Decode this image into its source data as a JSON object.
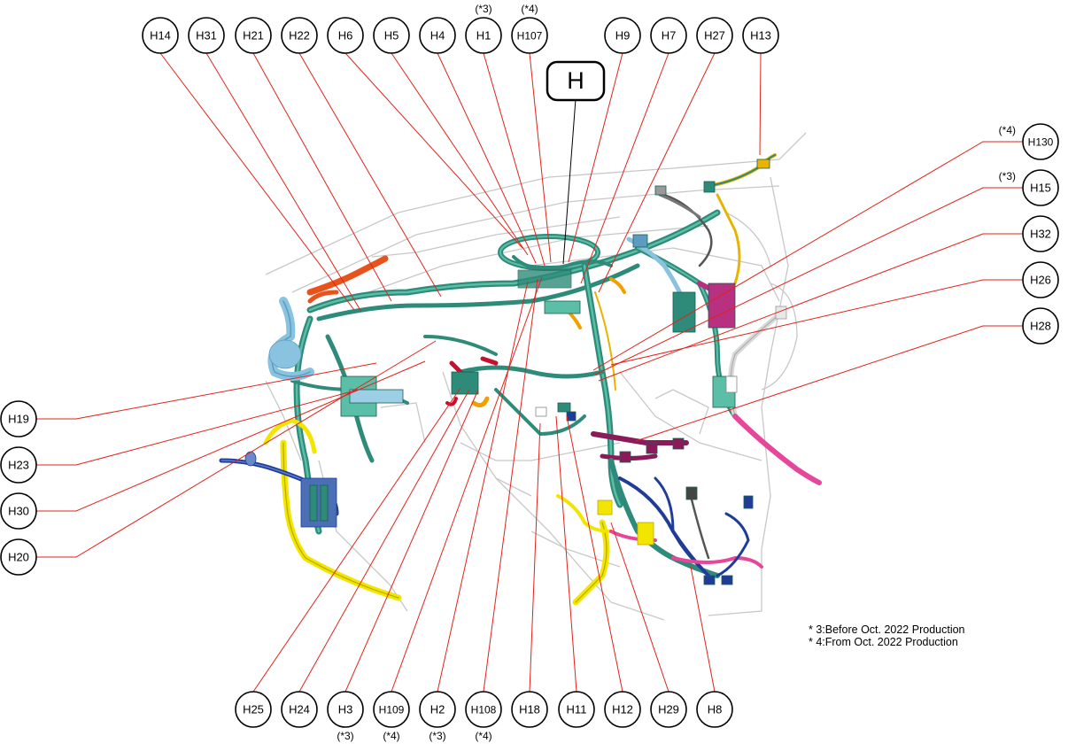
{
  "title_box": "H",
  "connectors": [
    {
      "id": "H14",
      "sub": ""
    },
    {
      "id": "H31",
      "sub": ""
    },
    {
      "id": "H21",
      "sub": ""
    },
    {
      "id": "H22",
      "sub": ""
    },
    {
      "id": "H6",
      "sub": ""
    },
    {
      "id": "H5",
      "sub": ""
    },
    {
      "id": "H4",
      "sub": ""
    },
    {
      "id": "H1",
      "sub": "(*3)"
    },
    {
      "id": "H107",
      "sub": "(*4)"
    },
    {
      "id": "H9",
      "sub": ""
    },
    {
      "id": "H7",
      "sub": ""
    },
    {
      "id": "H27",
      "sub": ""
    },
    {
      "id": "H13",
      "sub": ""
    },
    {
      "id": "H130",
      "sub": "(*4)"
    },
    {
      "id": "H15",
      "sub": "(*3)"
    },
    {
      "id": "H32",
      "sub": ""
    },
    {
      "id": "H26",
      "sub": ""
    },
    {
      "id": "H28",
      "sub": ""
    },
    {
      "id": "H19",
      "sub": ""
    },
    {
      "id": "H23",
      "sub": ""
    },
    {
      "id": "H30",
      "sub": ""
    },
    {
      "id": "H20",
      "sub": ""
    },
    {
      "id": "H25",
      "sub": ""
    },
    {
      "id": "H24",
      "sub": ""
    },
    {
      "id": "H3",
      "sub": "(*3)"
    },
    {
      "id": "H109",
      "sub": "(*4)"
    },
    {
      "id": "H2",
      "sub": "(*3)"
    },
    {
      "id": "H108",
      "sub": "(*4)"
    },
    {
      "id": "H18",
      "sub": ""
    },
    {
      "id": "H11",
      "sub": ""
    },
    {
      "id": "H12",
      "sub": ""
    },
    {
      "id": "H29",
      "sub": ""
    },
    {
      "id": "H8",
      "sub": ""
    }
  ],
  "notes": [
    "* 3:Before Oct. 2022 Production",
    "* 4:From Oct. 2022 Production"
  ],
  "colors": {
    "leader": "#e0231b",
    "harness_main": "#2e8b79",
    "harness_light": "#5bbfa8",
    "outline": "#c8c8c8",
    "yellow": "#f2e600",
    "blue": "#1f3c99",
    "pink": "#e6479a",
    "magenta": "#8b1a5a",
    "orange": "#e8531b",
    "lightblue": "#8ac3e0"
  }
}
